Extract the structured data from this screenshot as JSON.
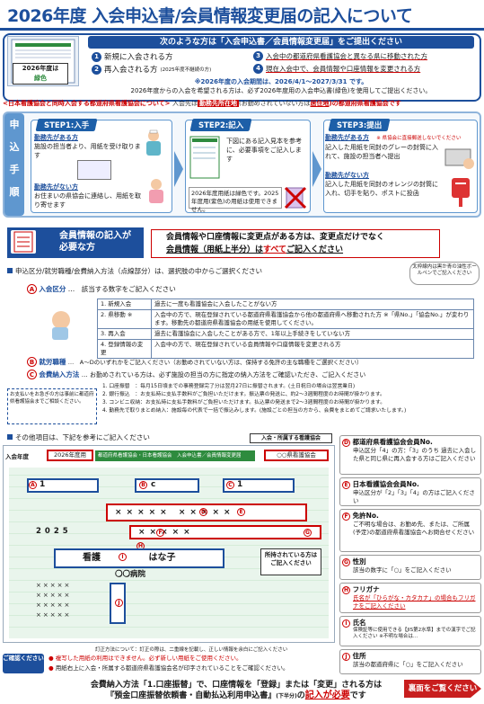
{
  "title": "2026年度 入会申込書/会員情報変更届の記入について",
  "top": {
    "thumb_label_1": "2026年度は",
    "thumb_label_2": "緑色",
    "submit_header": "次のような方は「入会申込書／会員情報変更届」をご提出ください",
    "cases": [
      {
        "no": "1",
        "text": "新規に入会される方"
      },
      {
        "no": "2",
        "text": "再入会される方",
        "small": "(2025年度不継続の方)"
      },
      {
        "no": "3",
        "text": "入会中の都道府県看護協会と異なる県に移動された方"
      },
      {
        "no": "4",
        "text": "現在入会中で、会員情報や口座情報を変更される方"
      }
    ],
    "period_1": "※2026年度の入会期間は、2026/4/1～2027/3/31 です。",
    "period_2": "2026年度からの入会を希望される方は、必ず2026年度用の入会申込書(緑色)を使用してご提出ください。",
    "note_1": "<日本看護協会と同時入会する都道府県看護協会について>",
    "note_2": "入会先は",
    "note_3": "勤務先所在地",
    "note_4": "(お勤めされていない方は",
    "note_5": "居住地",
    "note_6": ")の都道府県看護協会です"
  },
  "procedure": {
    "side_label": [
      "申",
      "込",
      "手",
      "順"
    ],
    "step1": {
      "header": "STEP1:入手",
      "a_title": "勤務先がある方",
      "a_text": "施設の担当者より、用紙を受け取ります",
      "b_title": "勤務先がない方",
      "b_text": "お住まいの県協会に連絡し、用紙を取り寄せます"
    },
    "step2": {
      "header": "STEP2:記入",
      "text": "下図にある記入見本を参考に、必要事項をご記入します",
      "warn": "2026年度用紙は緑色です。2025年度用(紫色)の用紙は使用できません。"
    },
    "step3": {
      "header": "STEP3:提出",
      "a_title": "勤務先がある方",
      "a_note": "※ 県協会に直接郵送しないでください",
      "a_text": "記入した用紙を同封のグレーの封筒に入れて、施設の担当者へ提出",
      "b_title": "勤務先がない方",
      "b_text": "記入した用紙を同封のオレンジの封筒に入れ、切手を貼り、ポストに投函"
    }
  },
  "needs": {
    "label": "会員情報の記入が必要な方",
    "line1": "会員情報や口座情報に変更点がある方は、変更点だけでなく",
    "line2a": "会員情報（用紙上半分）は",
    "line2b": "すべて",
    "line2c": "ご記入ください"
  },
  "classification": {
    "intro": "申込区分/就労職種/会費納入方法（点線部分）は、選択肢の中からご選択ください",
    "bubble": "太枠線内は黒か青の油性ボールペンでご記入ください",
    "a_label": "入会区分",
    "a_text": "…　該当する数字をご記入ください",
    "rows": [
      {
        "k": "1. 新規入会",
        "v": "過去に一度も看護協会に入会したことがない方"
      },
      {
        "k": "2. 県移動 ※",
        "v": "入会中の方で、現在登録されている都道府県看護協会から他の都道府県へ移動された方 ※「県No.」「協会No.」が変わります。移動先の都道府県看護協会の用紙を使用してください。"
      },
      {
        "k": "3. 再入会",
        "v": "過去に看護協会に入会したことがある方で、1年以上手続きをしていない方"
      },
      {
        "k": "4. 登録情報の変更",
        "v": "入会中の方で、現在登録されている会員情報や口座情報を変更される方"
      }
    ],
    "b_label": "就労職種",
    "b_text": "…　A～Dのいずれかをご記入ください（お勤めされていない方は、保持する免許の主な職種をご選択ください）",
    "c_label": "会費納入方法",
    "c_text": "… お勤めされている方は、必ず施設の担当の方に指定の納入方法をご確認いただき、ご記入ください",
    "c_side": "お支払いをお急ぎの方は事前に都道府県看護協会までご相談ください。",
    "methods": [
      "1. 口座振替　：毎月15日頃までの事務登録完了分は翌月27日に振替されます。(土日祝日の場合は翌営業日)",
      "2. 銀行振込　：お支払時に支払手数料がご負担いただけます。振込票の発送に、約2～3週間程度のお時間が掛かります。",
      "3. コンビニ収納：お支払時に支払手数料がご負担いただけます。払込票の発送まで2～3週間程度のお時間が掛かります。",
      "4. 勤務先で取りまとめ納入：施設毎の代表で一括で振込みします。(施設ごとの担当の方から、会費をまとめてご請求いたします。)"
    ]
  },
  "form": {
    "intro": "その他項目は、下記を参考にご記入ください",
    "year_label": "入会年度",
    "year_value": "2026年度用",
    "assoc_label": "入会・所属する看護協会",
    "assoc_value": "○○県看護協会",
    "form_header": "都道府県看護協会・日本看護協会　入会申込書／会員情報変更届",
    "stamp_text": "所持されている方はご記入ください",
    "nurse": "看護",
    "name": "はな子",
    "hospital": "〇〇病院",
    "correction": "訂正方法について：訂正の際は、二重線を記載し、正しい情報を余白にご記入ください",
    "xs": "×××××",
    "year_digits": "2025",
    "marks": [
      "A",
      "B",
      "C",
      "D",
      "E",
      "F",
      "G",
      "H",
      "I",
      "J"
    ],
    "cell_vals": [
      "1",
      "c",
      "1"
    ]
  },
  "side_items": [
    {
      "mark": "D",
      "title": "都道府県看護協会会員No.",
      "body": "申込区分「4」の方：「3」のうち 過去に入会した県と同じ県に再入会する方はご記入ください"
    },
    {
      "mark": "E",
      "title": "日本看護協会会員No.",
      "body": "申込区分が「2」「3」「4」の方はご記入ください"
    },
    {
      "mark": "F",
      "title": "免許No.",
      "body": "ご不明な場合は、お勤め先、または、ご所属(予定)の都道府県看護協会へお問合せください"
    },
    {
      "mark": "G",
      "title": "性別",
      "body": "該当の数字に「○」をご記入ください"
    },
    {
      "mark": "H",
      "title": "フリガナ",
      "body": "氏名が「ひらがな・カタカナ」の場合もフリガナをご記入ください"
    },
    {
      "mark": "I",
      "title": "氏名",
      "body": "保険証等に使用できる【JIS第2水準】までの漢字でご記入ください ※不明な場合は…"
    },
    {
      "mark": "J",
      "title": "住所",
      "body": "該当の都道府県に「○」をご記入ください"
    }
  ],
  "bottom": {
    "check_label": "ご確認ください",
    "check1": "複写した用紙の利用はできません。必ず新しい用紙をご使用ください。",
    "check2": "用紙右上に入会・所属する都道府県看護協会名が印字されていることをご確認ください。",
    "final_1": "会費納入方法「1.口座振替」で、口座情報を「登録」または「変更」される方は",
    "final_2": "『預金口座振替依頼書・自動払込利用申込書』",
    "final_3": "(下半分)",
    "final_4": "の",
    "final_5": "記入が必要",
    "final_6": "です",
    "back_button": "裏面をご覧ください"
  },
  "colors": {
    "accent": "#1d4f9c",
    "red": "#c00000",
    "green": "#2e8b3e",
    "light": "#5f97cf"
  }
}
